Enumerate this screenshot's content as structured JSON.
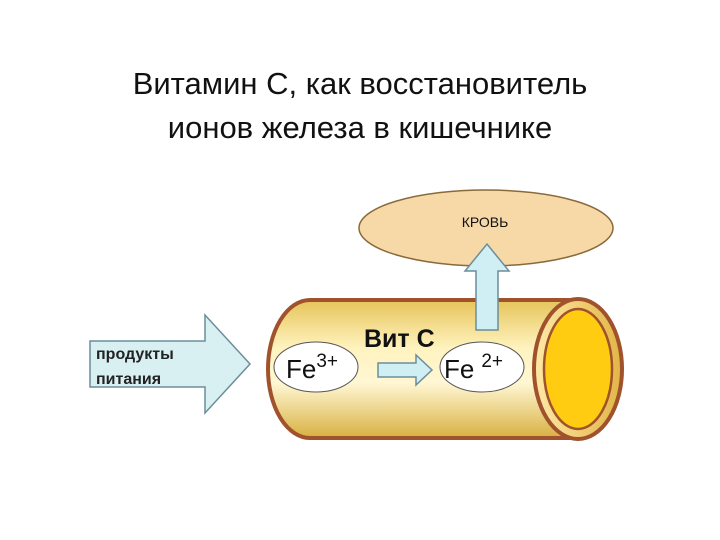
{
  "title": {
    "line1": "Витамин С, как восстановитель",
    "line2": "ионов железа в кишечнике"
  },
  "blood": {
    "label": "КРОВЬ"
  },
  "food": {
    "line1": "продукты",
    "line2": "питания"
  },
  "fe3": {
    "symbol": "Fe",
    "charge": "3+"
  },
  "vitc": {
    "label": "Вит С"
  },
  "fe2": {
    "symbol": "Fe",
    "charge": "2+"
  },
  "colors": {
    "blood_fill": "#f7d9a8",
    "food_arrow": "#d9f0f3",
    "tube_outline": "#a0522d",
    "tube_light": "#fff2b8",
    "tube_dark": "#e0b84a",
    "end_cap": "#ffcc11",
    "arrow_fill": "#cfeff4",
    "arrow_stroke": "#6c8d9a"
  }
}
